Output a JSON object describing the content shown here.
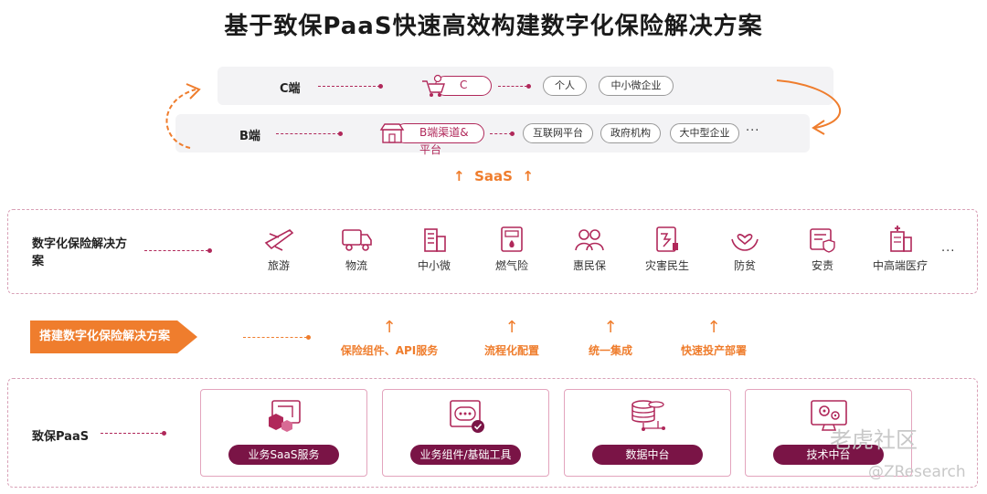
{
  "title": "基于致保PaaS快速高效构建数字化保险解决方案",
  "top": {
    "c_row": {
      "label": "C端",
      "channel": "C",
      "customers": [
        "个人",
        "中小微企业"
      ]
    },
    "b_row": {
      "label": "B端",
      "channel": "B端渠道&平台",
      "customers": [
        "互联网平台",
        "政府机构",
        "大中型企业"
      ],
      "more": "···"
    }
  },
  "saas": {
    "label": "SaaS",
    "arrow": "↑"
  },
  "solutions": {
    "label": "数字化保险解决方案",
    "items": [
      {
        "label": "旅游",
        "icon": "plane-icon"
      },
      {
        "label": "物流",
        "icon": "truck-icon"
      },
      {
        "label": "中小微",
        "icon": "building-icon"
      },
      {
        "label": "燃气险",
        "icon": "gas-meter-icon"
      },
      {
        "label": "惠民保",
        "icon": "people-icon"
      },
      {
        "label": "灾害民生",
        "icon": "disaster-icon"
      },
      {
        "label": "防贫",
        "icon": "heart-hands-icon"
      },
      {
        "label": "安责",
        "icon": "shield-form-icon"
      },
      {
        "label": "中高端医疗",
        "icon": "hospital-icon"
      }
    ],
    "more": "···"
  },
  "build": {
    "label": "搭建数字化保险解决方案",
    "capabilities": [
      {
        "label": "保险组件、API服务",
        "arrow": "↑"
      },
      {
        "label": "流程化配置",
        "arrow": "↑"
      },
      {
        "label": "统一集成",
        "arrow": "↑"
      },
      {
        "label": "快速投产部署",
        "arrow": "↑"
      }
    ]
  },
  "paas": {
    "label": "致保PaaS",
    "cards": [
      {
        "label": "业务SaaS服务",
        "icon": "saas-blocks-icon"
      },
      {
        "label": "业务组件/基础工具",
        "icon": "toolbox-icon"
      },
      {
        "label": "数据中台",
        "icon": "database-icon"
      },
      {
        "label": "技术中台",
        "icon": "gear-monitor-icon"
      }
    ]
  },
  "watermark": {
    "line1": "老虎社区",
    "line2": "@ZResearch"
  },
  "colors": {
    "accent": "#b0285a",
    "orange": "#ef7d2d",
    "dark_button": "#7a1446"
  }
}
